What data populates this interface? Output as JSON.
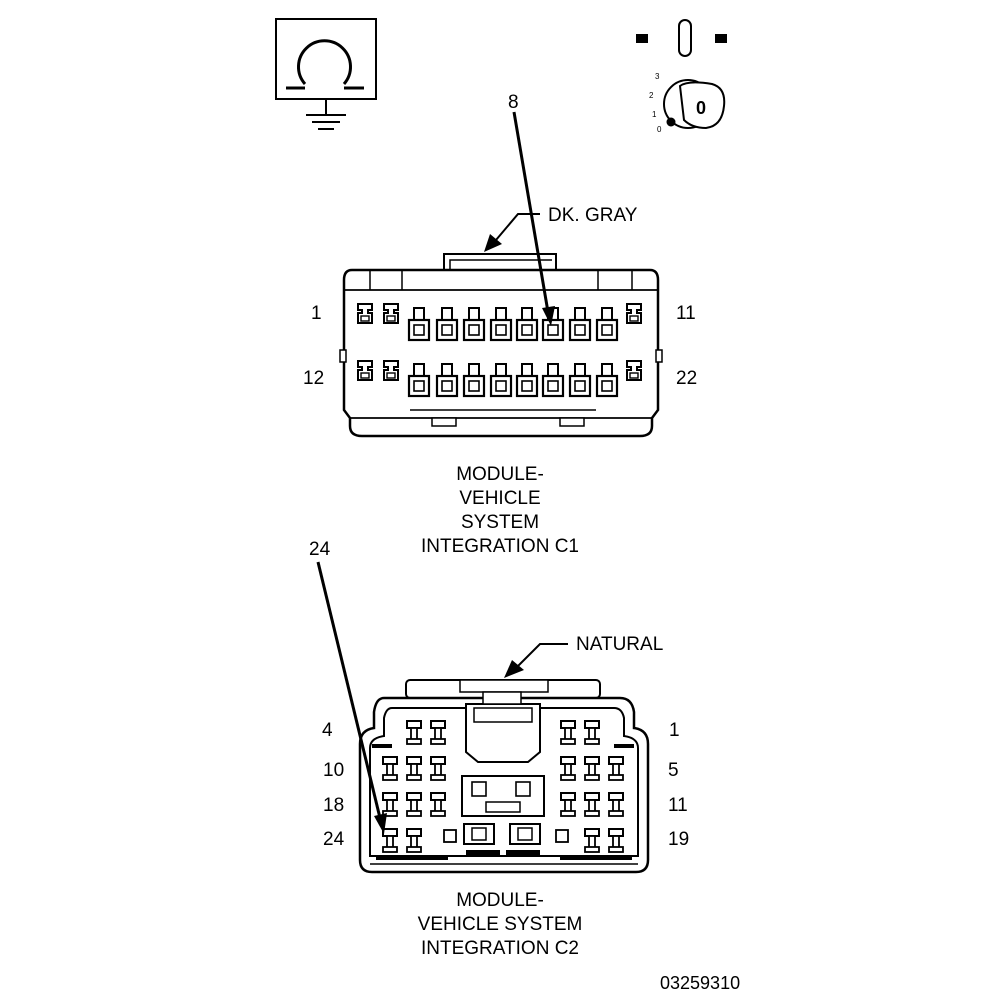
{
  "icons": {
    "ground_symbol": "ground-symbol-icon",
    "ignition_key": "ignition-key-icon"
  },
  "ignition": {
    "positions": [
      "3",
      "2",
      "1",
      "0"
    ],
    "key_letter": "0"
  },
  "connector_c1": {
    "color_label": "DK. GRAY",
    "callout_pin": "8",
    "pin_labels": {
      "top_left": "1",
      "top_right": "11",
      "bottom_left": "12",
      "bottom_right": "22"
    },
    "caption_lines": [
      "MODULE-",
      "VEHICLE",
      "SYSTEM",
      "INTEGRATION C1"
    ]
  },
  "connector_c2": {
    "color_label": "NATURAL",
    "callout_pin": "24",
    "pin_labels": {
      "row1_left": "4",
      "row1_right": "1",
      "row2_left": "10",
      "row2_right": "5",
      "row3_left": "18",
      "row3_right": "11",
      "row4_left": "24",
      "row4_right": "19"
    },
    "caption_lines": [
      "MODULE-",
      "VEHICLE SYSTEM",
      "INTEGRATION C2"
    ]
  },
  "document_id": "03259310"
}
